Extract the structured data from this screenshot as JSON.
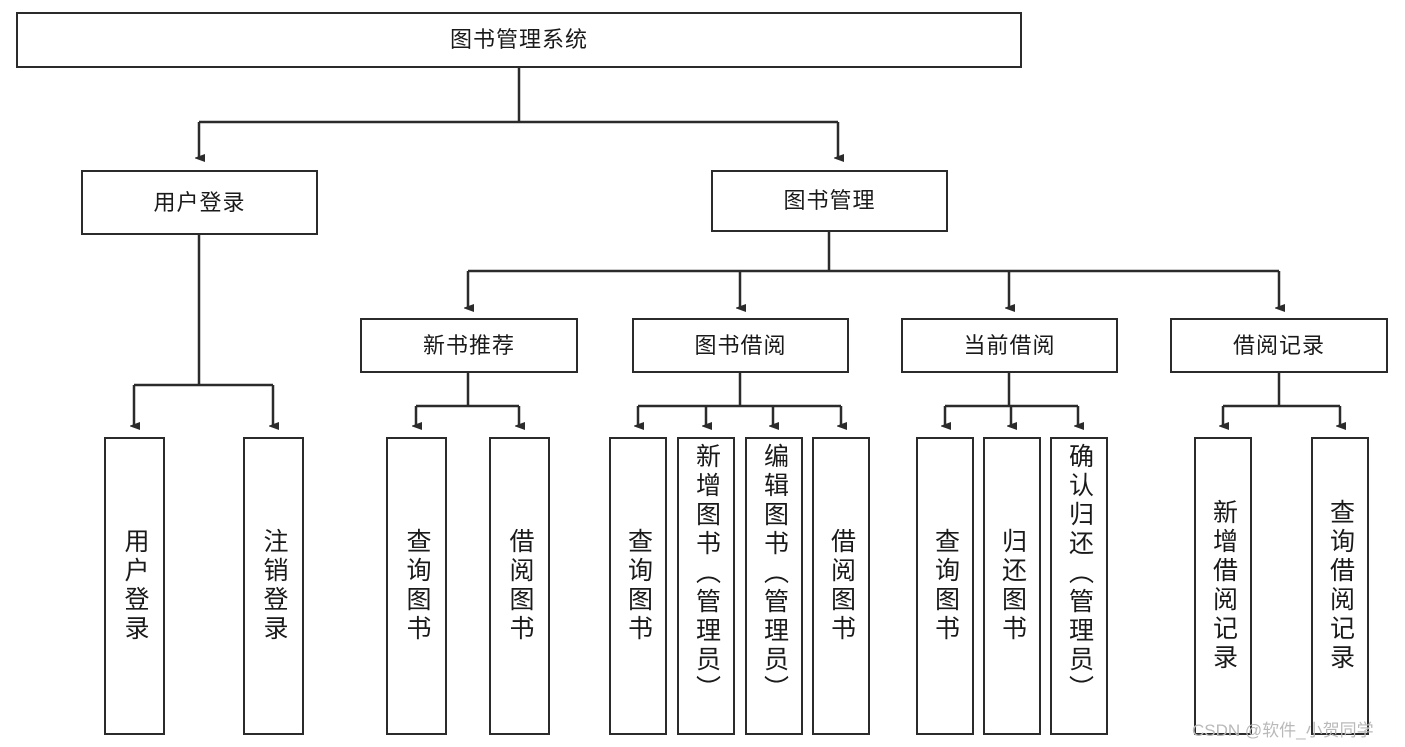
{
  "diagram": {
    "type": "tree-hierarchy-chart",
    "title": "图书管理系统",
    "root": {
      "id": "root",
      "label": "图书管理系统"
    },
    "level2": [
      {
        "id": "user-login",
        "label": "用户登录"
      },
      {
        "id": "book-manage",
        "label": "图书管理"
      }
    ],
    "level3": [
      {
        "id": "new-book-rec",
        "label": "新书推荐"
      },
      {
        "id": "book-borrow",
        "label": "图书借阅"
      },
      {
        "id": "current-borrow",
        "label": "当前借阅"
      },
      {
        "id": "borrow-record",
        "label": "借阅记录"
      }
    ],
    "leaves": {
      "user_login": [
        {
          "id": "leaf-user-login",
          "label": "用户登录"
        },
        {
          "id": "leaf-logout",
          "label": "注销登录"
        }
      ],
      "new_book_rec": [
        {
          "id": "leaf-query-book-1",
          "label": "查询图书"
        },
        {
          "id": "leaf-borrow-book-1",
          "label": "借阅图书"
        }
      ],
      "book_borrow": [
        {
          "id": "leaf-query-book-2",
          "label": "查询图书"
        },
        {
          "id": "leaf-add-book",
          "label": "新增图书（管理员）"
        },
        {
          "id": "leaf-edit-book",
          "label": "编辑图书（管理员）"
        },
        {
          "id": "leaf-borrow-book-2",
          "label": "借阅图书"
        }
      ],
      "current_borrow": [
        {
          "id": "leaf-query-book-3",
          "label": "查询图书"
        },
        {
          "id": "leaf-return-book",
          "label": "归还图书"
        },
        {
          "id": "leaf-confirm-return",
          "label": "确认归还（管理员）"
        }
      ],
      "borrow_record": [
        {
          "id": "leaf-add-record",
          "label": "新增借阅记录"
        },
        {
          "id": "leaf-query-record",
          "label": "查询借阅记录"
        }
      ]
    }
  },
  "watermark": {
    "text": "CSDN @软件_小贺同学"
  },
  "colors": {
    "stroke": "#2b2b2b",
    "fill": "#ffffff",
    "text": "#1a1a1a",
    "watermark": "#b9b9b9"
  }
}
